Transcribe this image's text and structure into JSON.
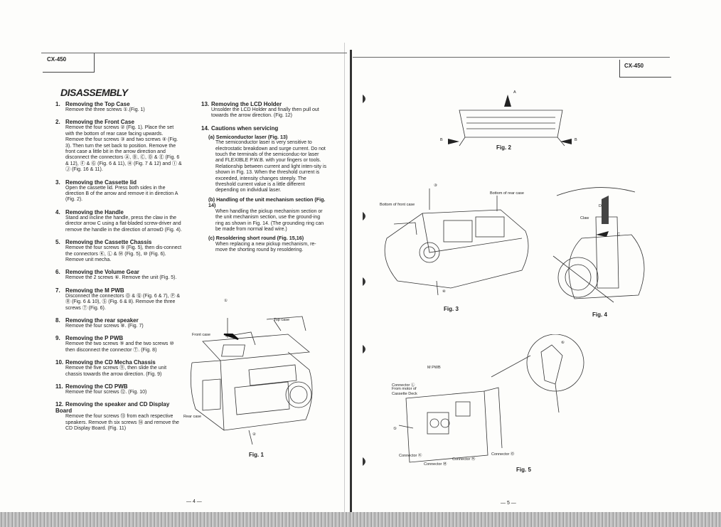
{
  "header": {
    "model_left": "CX-450",
    "model_right": "CX-450"
  },
  "title": "DISASSEMBLY",
  "col1": [
    {
      "num": "1.",
      "title": "Removing the Top Case",
      "body": "Remove the three screws ①.(Fig. 1)"
    },
    {
      "num": "2.",
      "title": "Removing the Front Case",
      "body": "Remove the four screws ② (Fig. 1). Place the set with the bottom of rear case facing upwards. Remove the four screws ③ and two screws ④ (Fig. 3). Then turn the set back to position. Remove the front case a little bit in the arrow direction and disconnect the connectors Ⓐ, Ⓑ, Ⓒ, Ⓓ & Ⓔ (Fig. 6 & 12), Ⓕ & Ⓖ (Fig. 6 & 11), Ⓗ (Fig. 7 & 12) and Ⓘ & Ⓙ (Fig. 16 & 11)."
    },
    {
      "num": "3.",
      "title": "Removing the Cassette lid",
      "body": "Open the cassette lid. Press both sides in the direction B of the arrow and remove it in direction A (Fig. 2)."
    },
    {
      "num": "4.",
      "title": "Removing the Handle",
      "body": "Stand and incline the handle, press the claw in the director arrow C using a flat-bladed screw-driver and remove the handle in the direction of arrowD (Fig. 4)."
    },
    {
      "num": "5.",
      "title": "Removing the Cassette Chassis",
      "body": "Remove the four screws ⑤ (Fig. 5), then dis-connect the connectors Ⓚ, Ⓛ & Ⓜ (Fig. 5), ⑩ (Fig. 6). Remove unit mecha."
    },
    {
      "num": "6.",
      "title": "Removing the Volume Gear",
      "body": "Remove the 2 screws ⑥. Remove the unit (Fig. 5)."
    },
    {
      "num": "7.",
      "title": "Removing the M PWB",
      "body": "Disconnect the connectors Ⓞ & Ⓠ (Fig. 6 & 7), Ⓟ & Ⓡ (Fig. 6 & 10), Ⓢ (Fig. 6 & 8). Remove the three screws ⑦ (Fig. 6)."
    },
    {
      "num": "8.",
      "title": "Removing the rear speaker",
      "body": "Remove the four screws ⑧. (Fig. 7)"
    },
    {
      "num": "9.",
      "title": "Removing the P PWB",
      "body": "Remove the two screws ⑨ and the two screws ⑩ then disconnect the connector Ⓣ. (Fig. 8)"
    },
    {
      "num": "10.",
      "title": "Removing the CD Mecha Chassis",
      "body": "Remove the five screws ⑪, then slide the unit chassis towards the arrow direction. (Fig. 9)"
    },
    {
      "num": "11.",
      "title": "Removing the CD PWB",
      "body": "Remove the four screws ⑫. (Fig. 10)"
    },
    {
      "num": "12.",
      "title": "Removing the speaker and CD Display Board",
      "body": "Remove the four screws ⑬ from each respective speakers. Remove th six screws ⑭ and remove the CD Display Board. (Fig. 11)"
    }
  ],
  "col2_13": {
    "num": "13.",
    "title": "Removing the LCD Holder",
    "body": "Unsolder the LCD Holder and finally then pull out towards the arrow direction. (Fig. 12)"
  },
  "col2_14": {
    "num": "14.",
    "title": "Cautions when servicing"
  },
  "col2_subs": [
    {
      "title": "(a) Semiconductor laser (Fig. 13)",
      "body": "The semiconductor laser is very sensitive to electrostatic breakdown and surge current. Do not touch the terminals of the semiconduc-tor laser and FLEXIBLE P.W.B. with your fingers or tools. Relationship between current and light inten-sity is shown in Fig. 13. When the threshold current is exceeded, intensity changes steeply. The threshold current value is a little different depending on individual laser."
    },
    {
      "title": "(b) Handling of the unit mechanism section (Fig. 14)",
      "body": "When handling the pickup mechanism section or the unit mechanism section, use the ground-ing ring as shown in Fig. 14. (The grounding ring can be made from normal lead wire.)"
    },
    {
      "title": "(c) Resoldering short round (Fig. 15,16)",
      "body": "When replacing a new pickup mechanism, re-move the shorting round by resoldering."
    }
  ],
  "fig1": {
    "label": "Fig. 1",
    "top_case": "Top case",
    "front_case": "Front case",
    "rear_case": "Rear case",
    "c1": "①",
    "c2": "②"
  },
  "fig2": {
    "label": "Fig. 2",
    "a": "A",
    "b1": "B",
    "b2": "B"
  },
  "fig3": {
    "label": "Fig. 3",
    "bottom_front": "Bottom of front case",
    "bottom_rear": "Bottom of rear case",
    "c3": "③",
    "c4": "④"
  },
  "fig4": {
    "label": "Fig. 4",
    "claw": "Claw",
    "c": "C",
    "d": "D"
  },
  "fig5": {
    "label": "Fig. 5",
    "mpwb": "M PWB",
    "connL": "Connector Ⓛ",
    "from_motor": "From motor of",
    "cassette_deck": "Cassette Deck",
    "connK": "Connector Ⓚ",
    "connM": "Connector Ⓜ",
    "connN": "Connector Ⓝ",
    "connO": "Connector Ⓞ",
    "c5": "⑤",
    "c6": "⑥"
  },
  "pages": {
    "left": "— 4 —",
    "right": "— 5 —"
  }
}
